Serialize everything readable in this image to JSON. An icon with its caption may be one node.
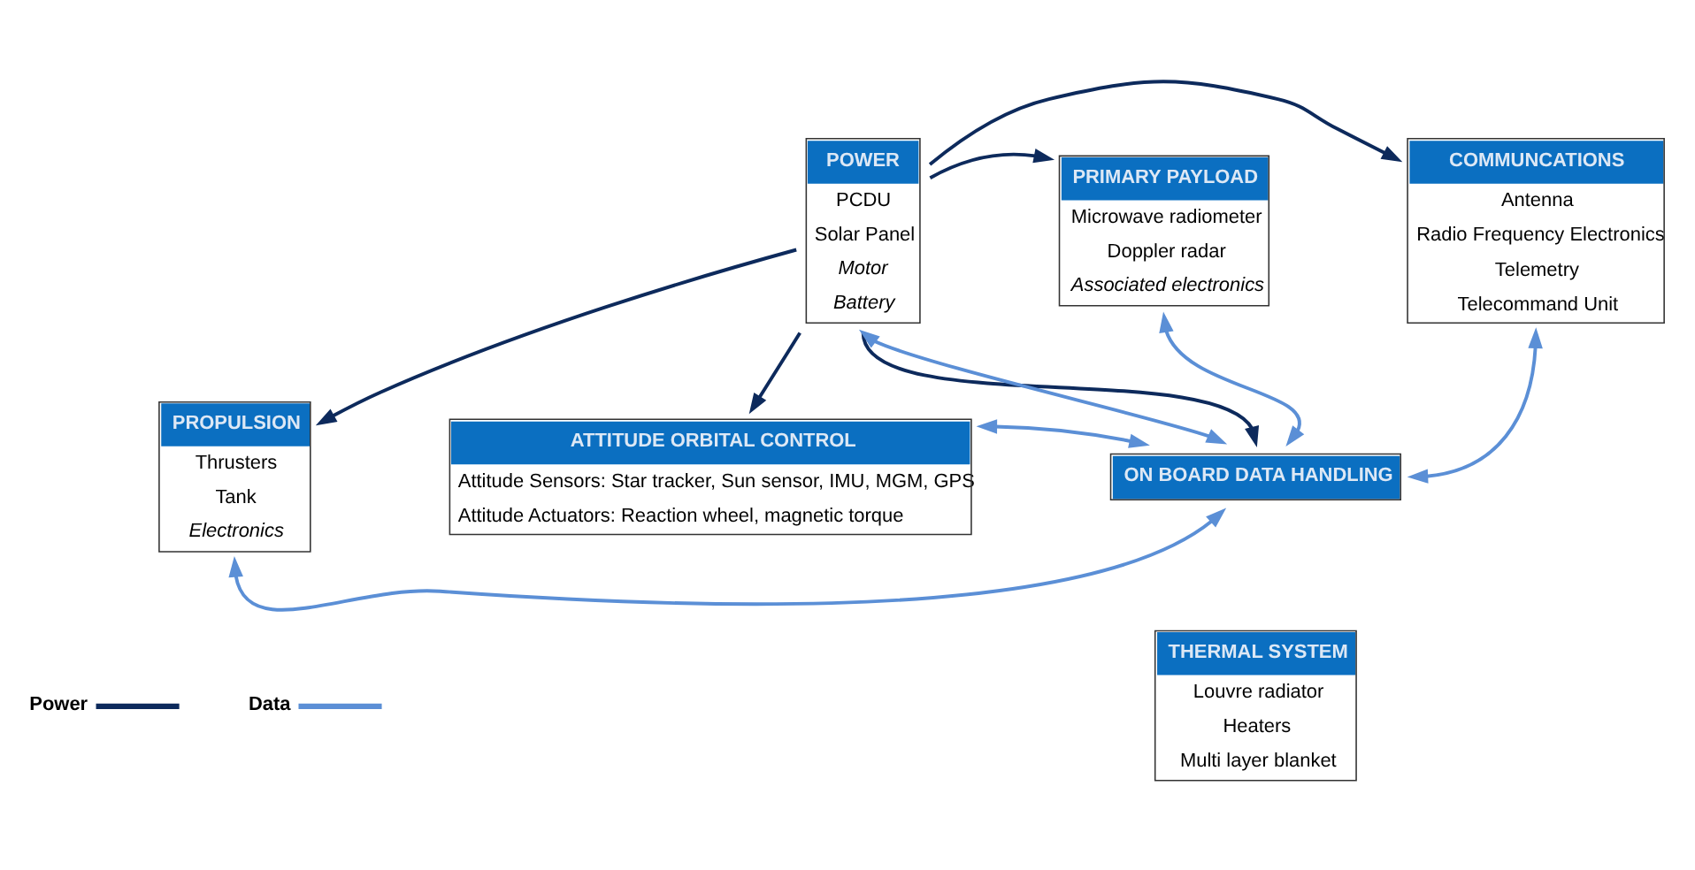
{
  "diagram": {
    "nodes": [
      {
        "text": [
          "POWER",
          "PCDU",
          "Solar Panel",
          "Motor",
          "Battery"
        ]
      },
      {
        "text": [
          "PRIMARY PAYLOAD",
          "Microwave radiometer",
          "Doppler radar",
          "Associated electronics"
        ]
      },
      {
        "text": [
          "COMMUNCATIONS",
          "Antenna",
          "Radio Frequency Electronics",
          "Telemetry",
          "Telecommand Unit"
        ]
      },
      {
        "text": [
          "PROPULSION",
          "Thrusters",
          "Tank",
          "Electronics"
        ]
      },
      {
        "text": [
          "ATTITUDE ORBITAL CONTROL",
          "Attitude Sensors: Star tracker, Sun sensor, IMU, MGM, GPS",
          "Attitude Actuators: Reaction wheel, magnetic torque"
        ]
      },
      {
        "text": [
          "ON BOARD DATA HANDLING"
        ]
      },
      {
        "text": [
          "THERMAL SYSTEM",
          "Louvre radiator",
          "Heaters",
          "Multi layer blanket"
        ]
      }
    ],
    "edges": [
      {
        "from": 0,
        "to": 1,
        "arrow": "to",
        "color": "#0d2a5c"
      },
      {
        "from": 0,
        "to": 3,
        "arrow": "to",
        "color": "#0d2a5c"
      },
      {
        "from": 0,
        "to": 4,
        "arrow": "to",
        "color": "#0d2a5c"
      },
      {
        "from": 0,
        "to": 2,
        "arrow": "to",
        "color": "#0d2a5c"
      },
      {
        "from": 0,
        "to": 5,
        "arrow": "to",
        "color": "#0d2a5c"
      },
      {
        "from": 5,
        "to": 0,
        "arrow": "both",
        "color": "#5b8fd6"
      },
      {
        "from": 5,
        "to": 3,
        "arrow": "both",
        "color": "#5b8fd6"
      },
      {
        "from": 5,
        "to": 1,
        "arrow": "both",
        "color": "#5b8fd6"
      },
      {
        "from": 2,
        "to": 5,
        "arrow": "both",
        "color": "#5b8fd6"
      },
      {
        "from": 4,
        "to": 5,
        "arrow": "both",
        "color": "#5b8fd6"
      }
    ],
    "legend": [
      {
        "text": "Power"
      },
      {
        "text": "Data"
      }
    ]
  }
}
